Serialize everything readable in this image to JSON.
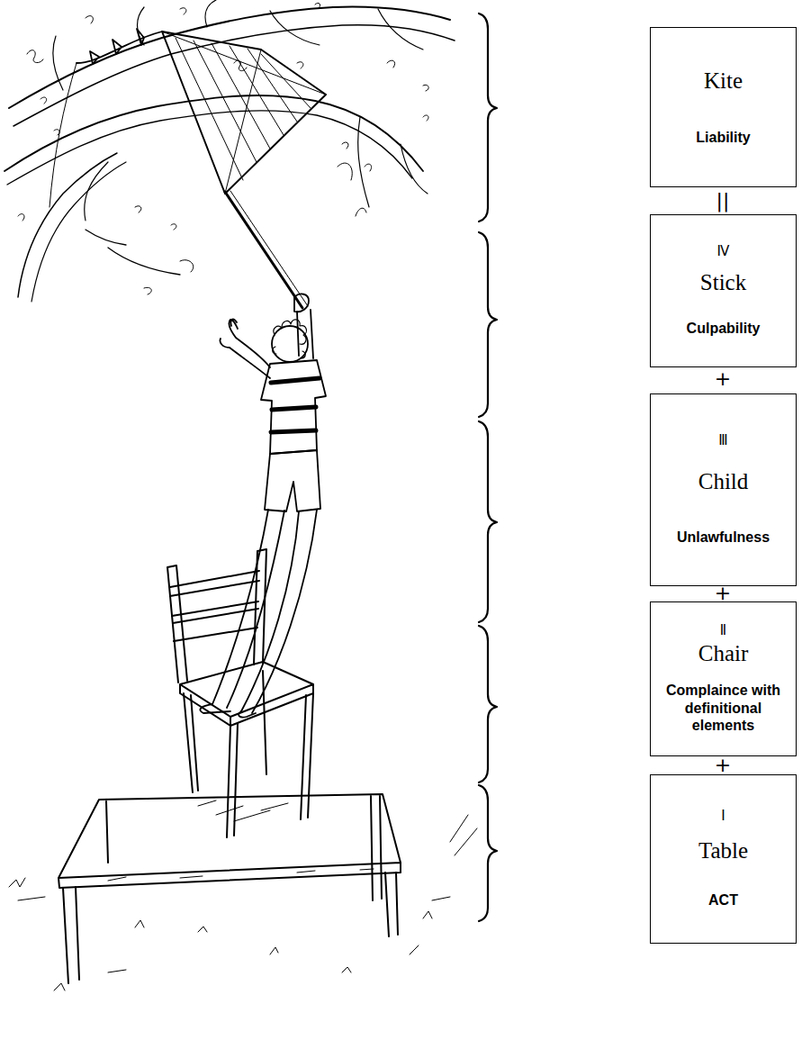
{
  "diagram": {
    "nodes": [
      {
        "text": [
          "Kite",
          "Liability"
        ]
      },
      {
        "text": [
          "Ⅳ",
          "Stick",
          "Culpability"
        ]
      },
      {
        "text": [
          "Ⅲ",
          "Child",
          "Unlawfulness"
        ]
      },
      {
        "text": [
          "Ⅱ",
          "Chair",
          "Complaince with definitional elements"
        ]
      },
      {
        "text": [
          "Ⅰ",
          "Table",
          "ACT"
        ]
      }
    ],
    "labels": [
      "||",
      "+",
      "+",
      "+"
    ]
  }
}
